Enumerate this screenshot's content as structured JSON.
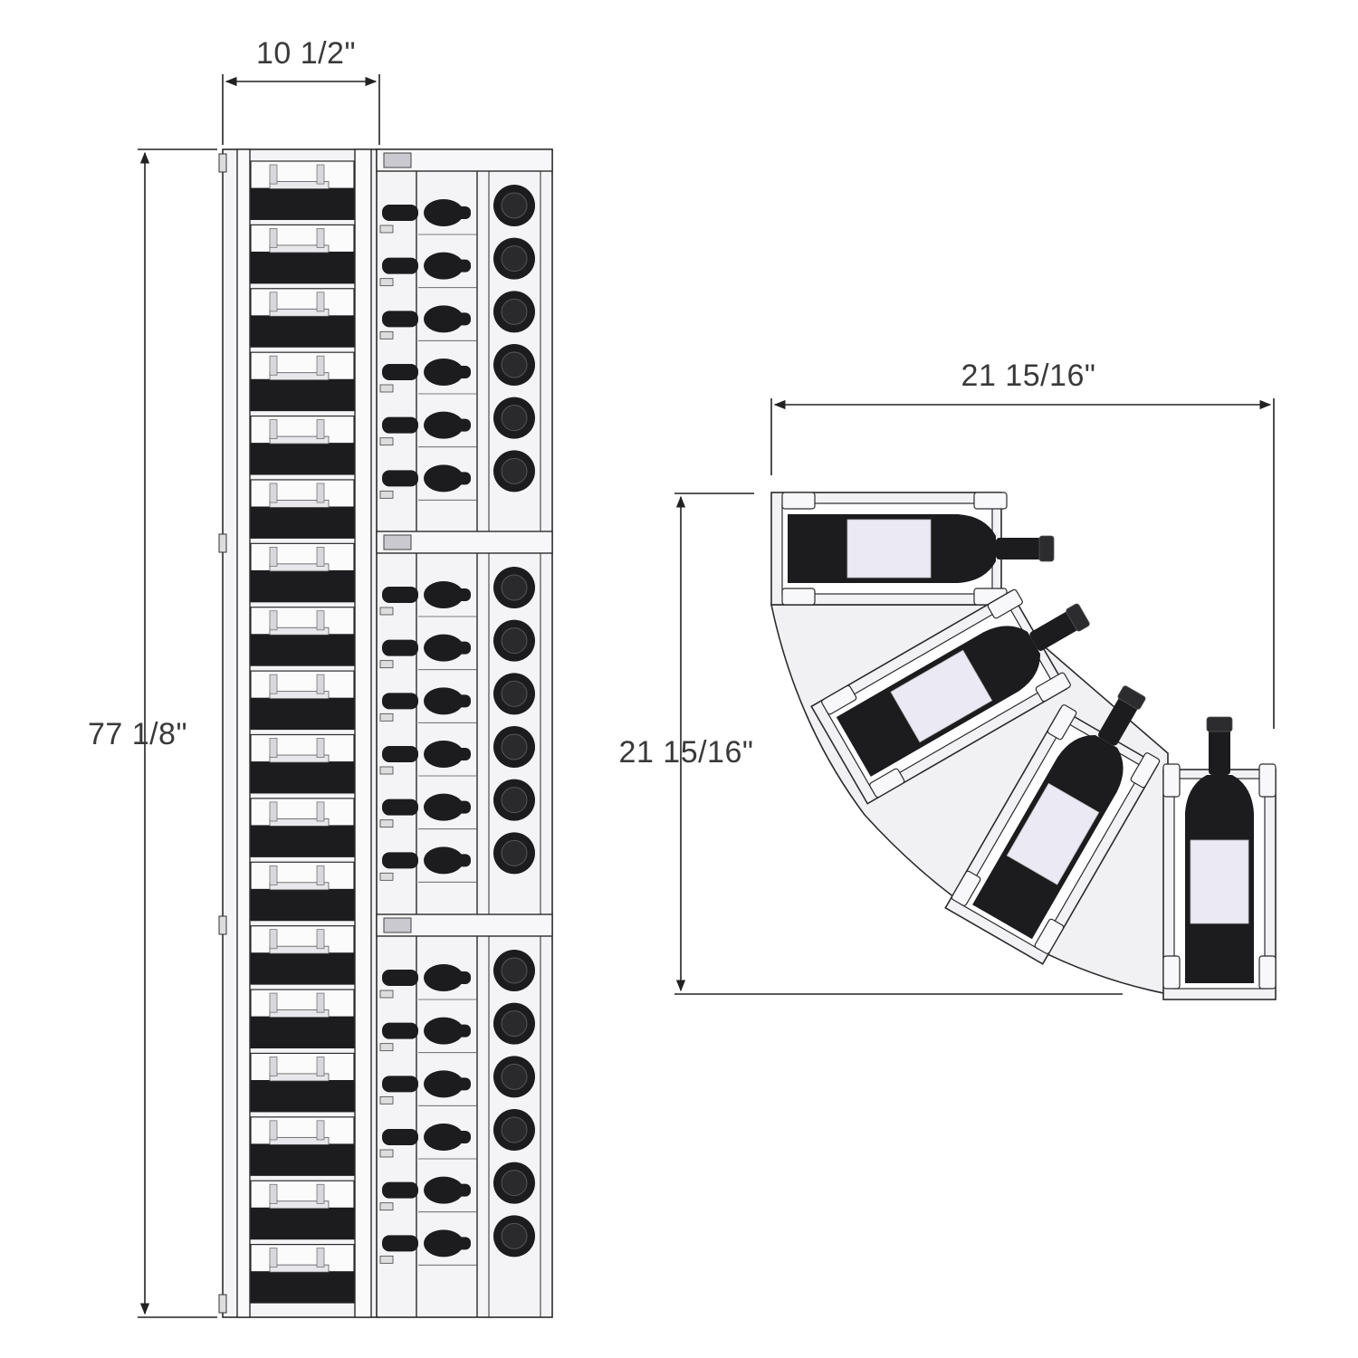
{
  "dimensions": {
    "width_front": "10 1/2\"",
    "height_front": "77 1/8\"",
    "width_top": "21 15/16\"",
    "depth_top": "21 15/16\""
  },
  "colors": {
    "frame_fill": "#f2f2f4",
    "frame_stroke": "#2b2b2b",
    "bottle_dark": "#1c1c1e",
    "label_fill": "#ebe9f3",
    "platform_fill": "#f0f0f2",
    "dim_line": "#222222"
  },
  "rack": {
    "sections": 3,
    "rows_per_section": 6
  },
  "top_view": {
    "bottles": 4
  }
}
